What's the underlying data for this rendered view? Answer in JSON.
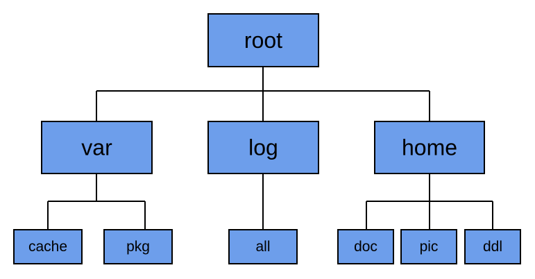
{
  "diagram": {
    "colors": {
      "box_fill": "#6d9eeb",
      "box_stroke": "#000000",
      "line": "#000000",
      "text": "#000000",
      "background": "#ffffff"
    },
    "root": {
      "label": "root",
      "children": [
        {
          "label": "var",
          "children": [
            {
              "label": "cache"
            },
            {
              "label": "pkg"
            }
          ]
        },
        {
          "label": "log",
          "children": [
            {
              "label": "all"
            }
          ]
        },
        {
          "label": "home",
          "children": [
            {
              "label": "doc"
            },
            {
              "label": "pic"
            },
            {
              "label": "ddl"
            }
          ]
        }
      ]
    }
  }
}
